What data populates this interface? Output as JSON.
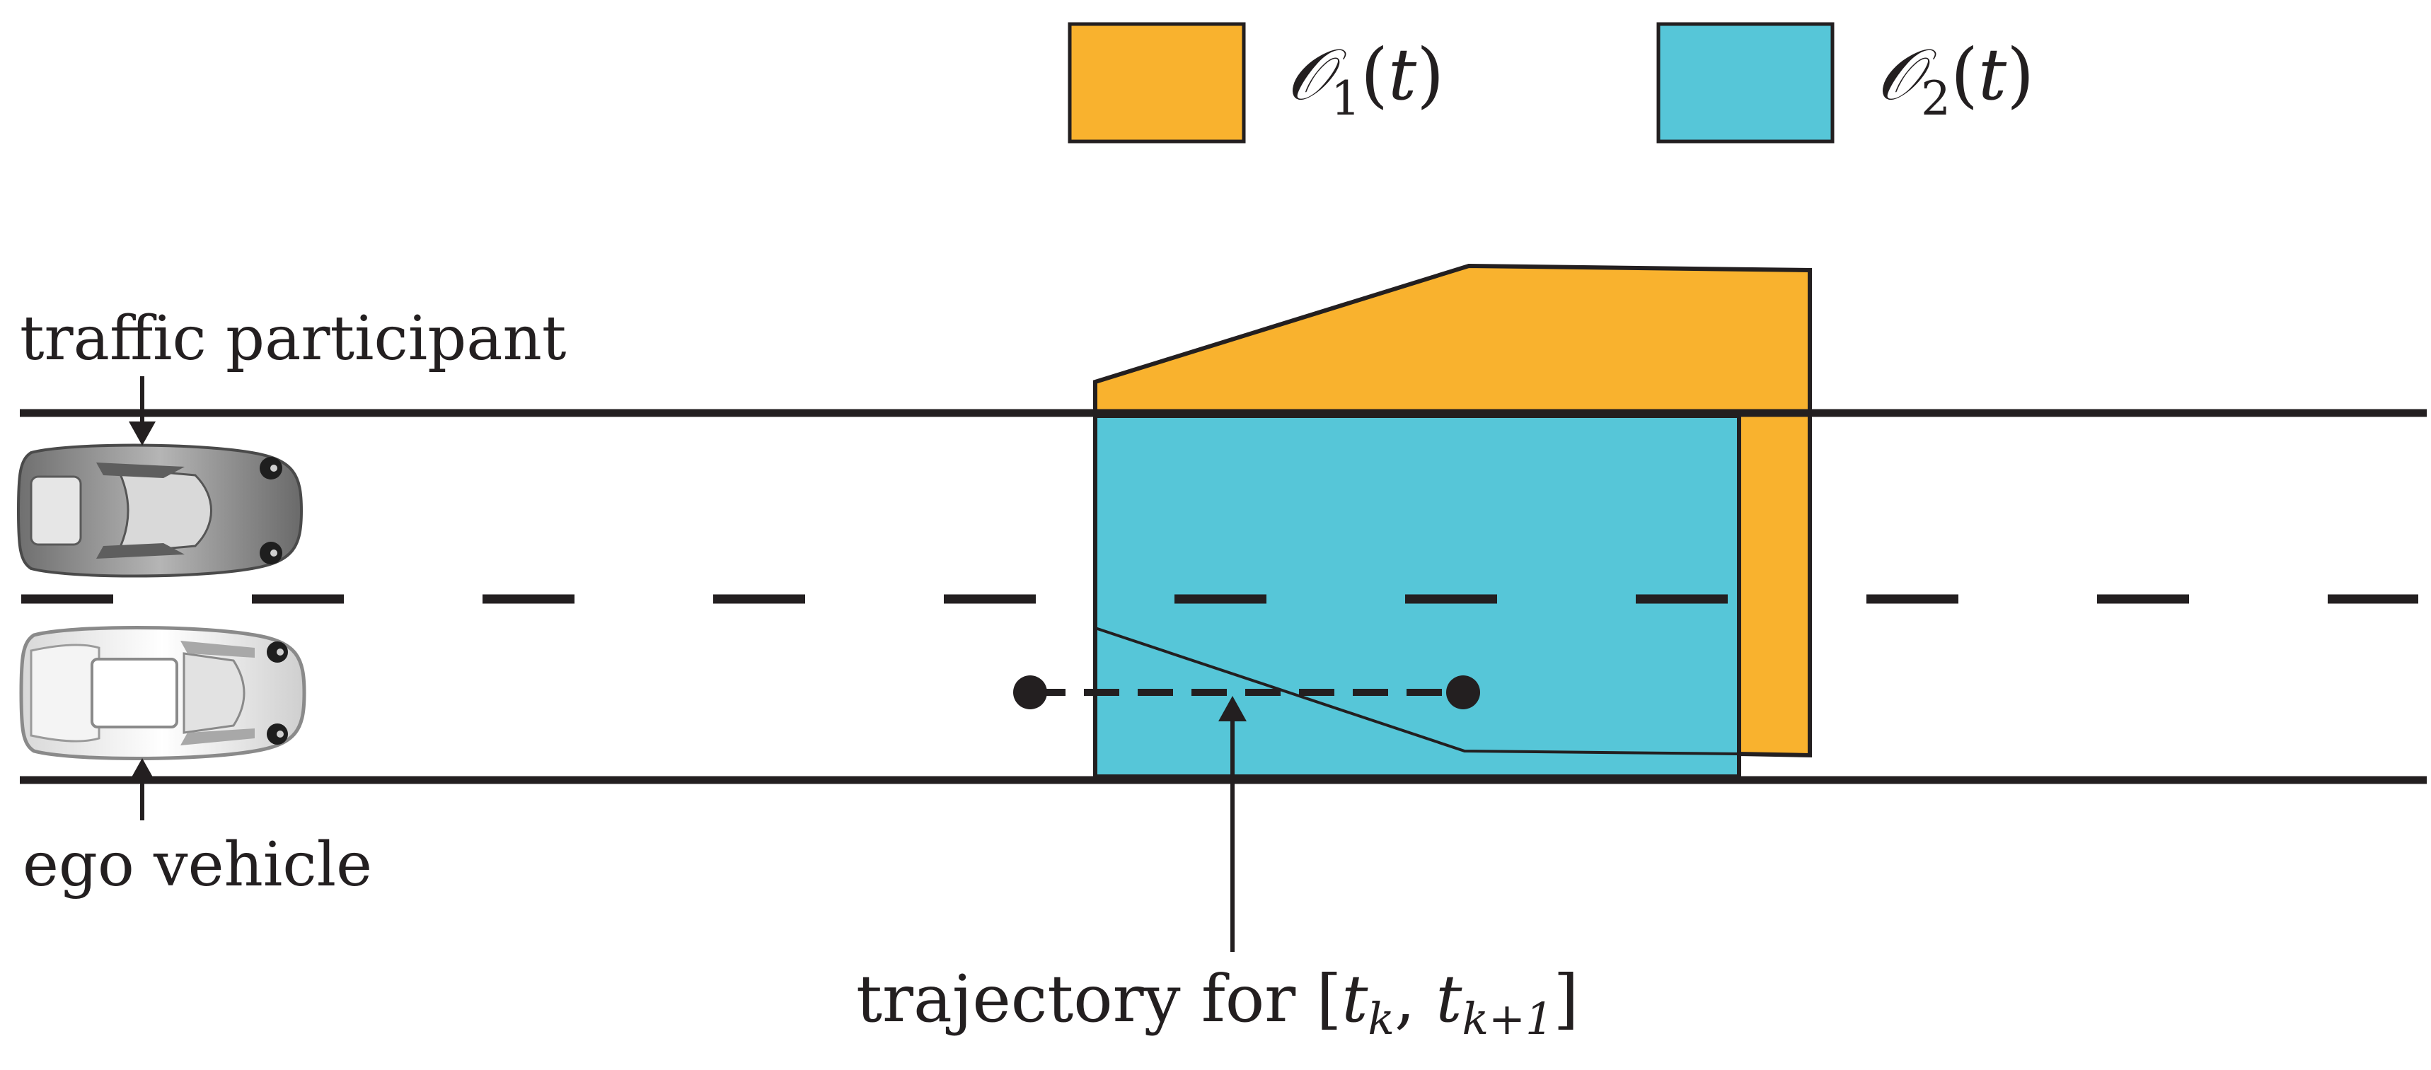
{
  "legend": {
    "items": [
      {
        "symbol": "𝒪",
        "subscript": "1",
        "arg": "t",
        "color": "#F9B22E"
      },
      {
        "symbol": "𝒪",
        "subscript": "2",
        "arg": "t",
        "color": "#56C6D8"
      }
    ]
  },
  "labels": {
    "traffic_participant": "traffic participant",
    "ego_vehicle": "ego vehicle",
    "trajectory_prefix": "trajectory for",
    "trajectory_interval": {
      "open": "[",
      "t1": "t",
      "t1_sub": "k",
      "comma": ",",
      "t2": "t",
      "t2_sub": "k+1",
      "close": "]"
    }
  },
  "colors": {
    "stroke": "#231F20",
    "road": "#FFFFFF",
    "car_participant": "#8C8C8C",
    "car_ego": "#EDEDED"
  },
  "icons": {
    "participant": "car-top-view-icon",
    "ego": "car-top-view-icon"
  }
}
